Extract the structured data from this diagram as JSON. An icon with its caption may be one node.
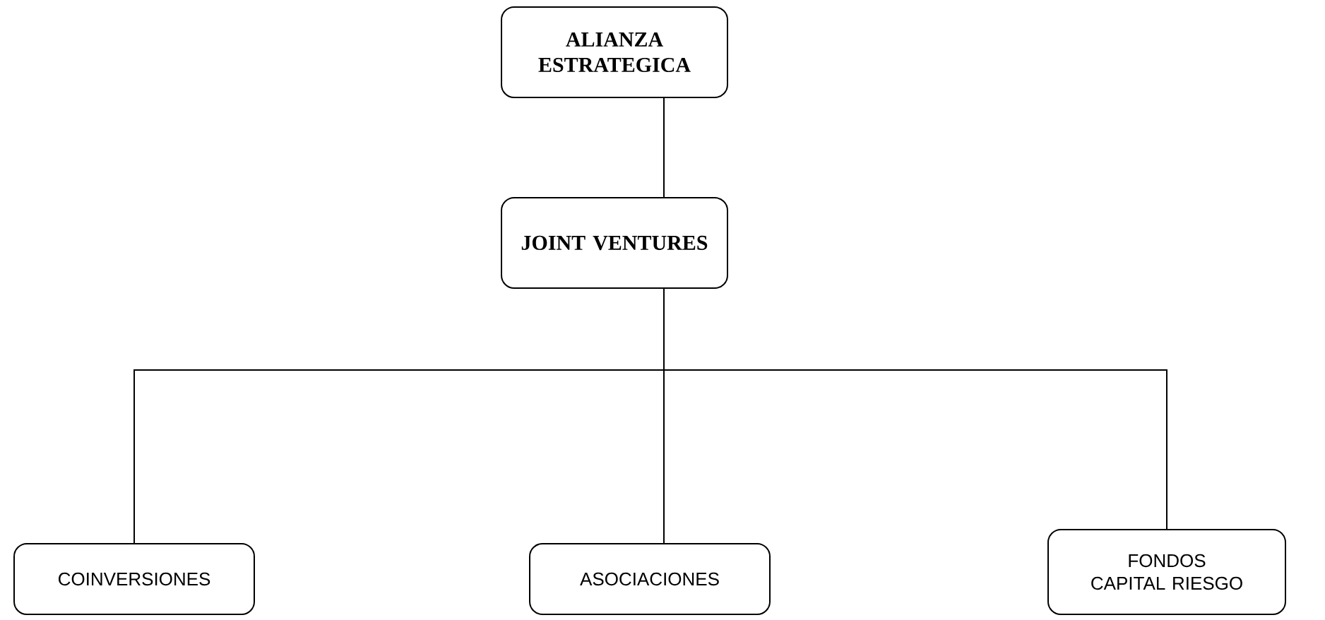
{
  "diagram": {
    "nodes": [
      {
        "text": [
          "ALIANZA ESTRATEGICA"
        ]
      },
      {
        "text": [
          "JOINT VENTURES"
        ]
      },
      {
        "text": [
          "COINVERSIONES"
        ]
      },
      {
        "text": [
          "ASOCIACIONES"
        ]
      },
      {
        "text": [
          "FONDOS CAPITAL RIESGO"
        ]
      }
    ],
    "edges": [
      {
        "from": 0,
        "to": 1,
        "arrow": "none"
      },
      {
        "from": 1,
        "to": 2,
        "arrow": "none"
      },
      {
        "from": 1,
        "to": 3,
        "arrow": "none"
      },
      {
        "from": 1,
        "to": 4,
        "arrow": "none"
      }
    ]
  }
}
